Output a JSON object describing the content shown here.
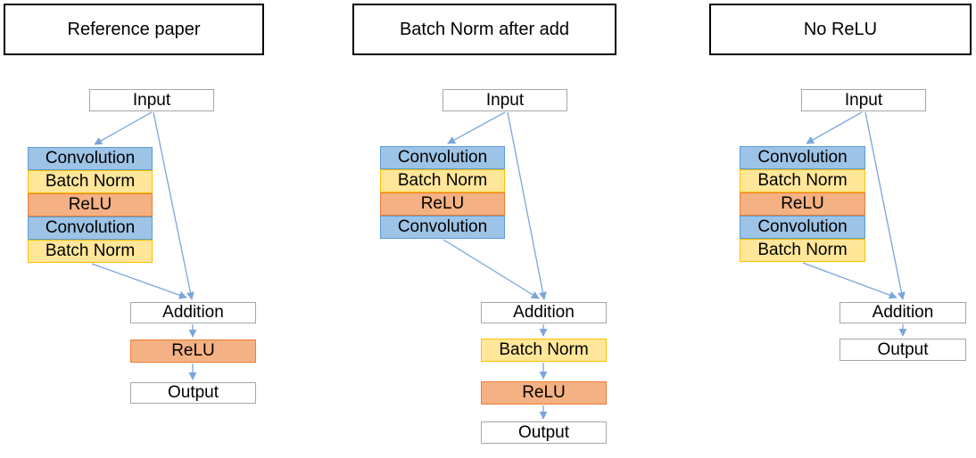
{
  "colors": {
    "blue_fill": "#9DC3E6",
    "blue_border": "#5B9BD5",
    "yellow_fill": "#FFE699",
    "yellow_border": "#FFC000",
    "salmon_fill": "#F4B183",
    "salmon_border": "#ED7D31",
    "white_fill": "#FFFFFF",
    "gray_border": "#A6A6A6",
    "title_border": "#000000",
    "arrow": "#7CA5DB",
    "text": "#000000",
    "background": "#FFFFFF"
  },
  "diagrams": [
    {
      "title": "Reference paper",
      "input_label": "Input",
      "stack": [
        "Convolution",
        "Batch Norm",
        "ReLU",
        "Convolution",
        "Batch Norm"
      ],
      "addition_label": "Addition",
      "post": [
        "ReLU"
      ],
      "output_label": "Output"
    },
    {
      "title": "Batch Norm after add",
      "input_label": "Input",
      "stack": [
        "Convolution",
        "Batch Norm",
        "ReLU",
        "Convolution"
      ],
      "addition_label": "Addition",
      "post": [
        "Batch Norm",
        "ReLU"
      ],
      "output_label": "Output"
    },
    {
      "title": "No ReLU",
      "input_label": "Input",
      "stack": [
        "Convolution",
        "Batch Norm",
        "ReLU",
        "Convolution",
        "Batch Norm"
      ],
      "addition_label": "Addition",
      "post": [],
      "output_label": "Output"
    }
  ]
}
